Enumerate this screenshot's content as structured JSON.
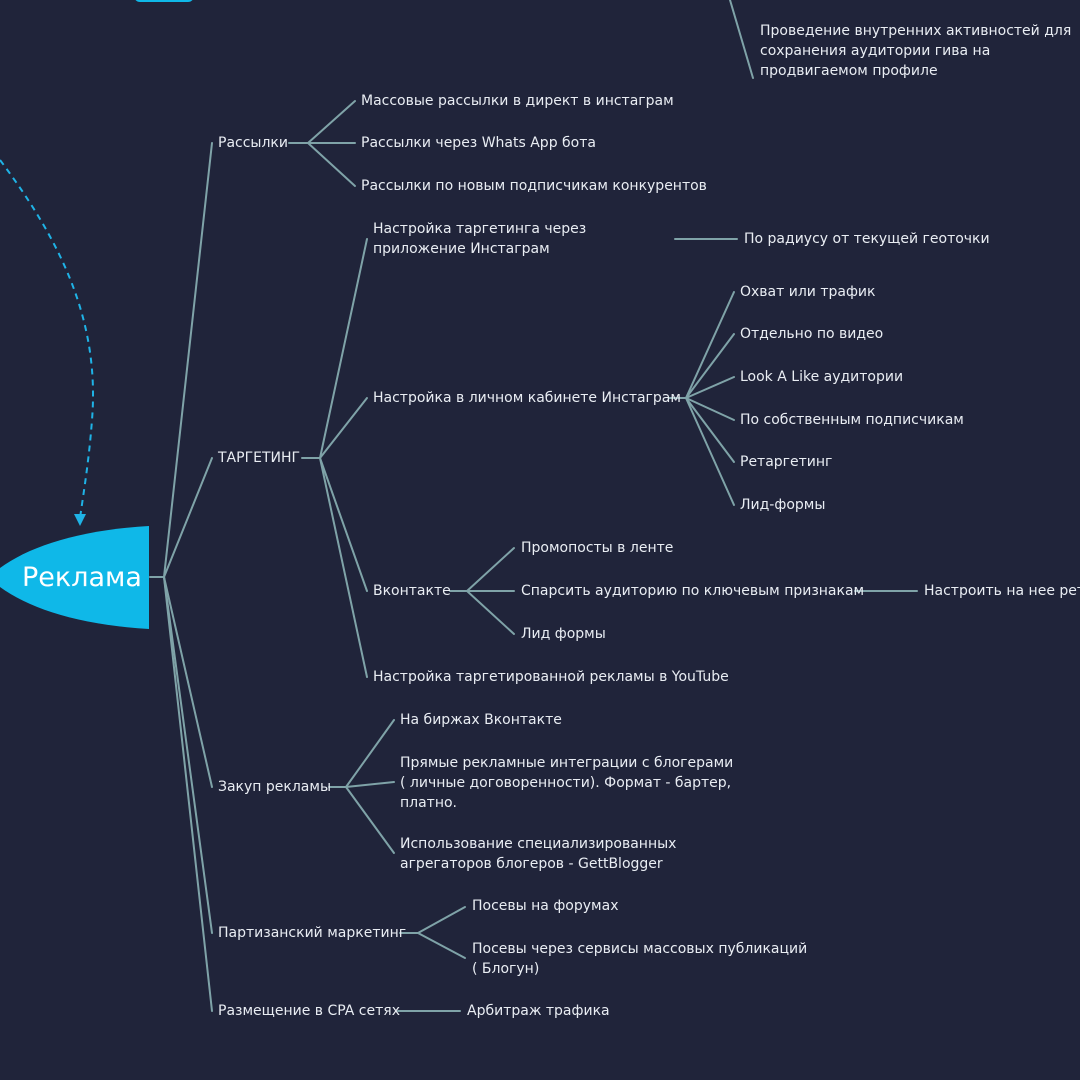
{
  "root": {
    "label": "Реклама",
    "color": "#0fb8e8"
  },
  "branches": {
    "rassylki": {
      "label": "Рассылки",
      "children": [
        "Массовые рассылки в директ в инстаграм",
        "Рассылки через Whats App бота",
        "Рассылки по новым подписчикам конкурентов"
      ]
    },
    "targeting": {
      "label": "ТАРГЕТИНГ",
      "app": {
        "label": "Настройка таргетинга через приложение Инстаграм",
        "child": "По радиусу от текущей геоточки"
      },
      "cabinet": {
        "label": "Настройка в личном кабинете Инстаграм",
        "children": [
          "Охват или трафик",
          "Отдельно по видео",
          "Look A Like аудитории",
          "По собственным подписчикам",
          "Ретаргетинг",
          "Лид-формы"
        ]
      },
      "vk": {
        "label": "Вконтакте",
        "children": [
          "Промопосты в ленте",
          "Спарсить аудиторию по ключевым признакам",
          "Лид формы"
        ],
        "grandchild": "Настроить на нее рета"
      },
      "youtube": "Настройка таргетированной рекламы в YouTube"
    },
    "zakup": {
      "label": "Закуп рекламы",
      "children": [
        "На биржах Вконтакте",
        "Прямые рекламные интеграции с блогерами ( личные договоренности). Формат - бартер, платно.",
        "Использование специализированных агрегаторов блогеров - GettBlogger"
      ]
    },
    "partizan": {
      "label": "Партизанский маркетинг",
      "children": [
        "Посевы на форумах",
        "Посевы через сервисы массовых публикаций ( Блогун)"
      ]
    },
    "cpa": {
      "label": "Размещение в CPA сетях",
      "child": "Арбитраж трафика"
    }
  },
  "top_note": "Проведение внутренних активностей для сохранения аудитории гива на продвигаемом профиле",
  "colors": {
    "background": "#20243a",
    "line": "#7fa3a8",
    "text": "#e9edf3",
    "dashed": "#1fb3e6"
  }
}
